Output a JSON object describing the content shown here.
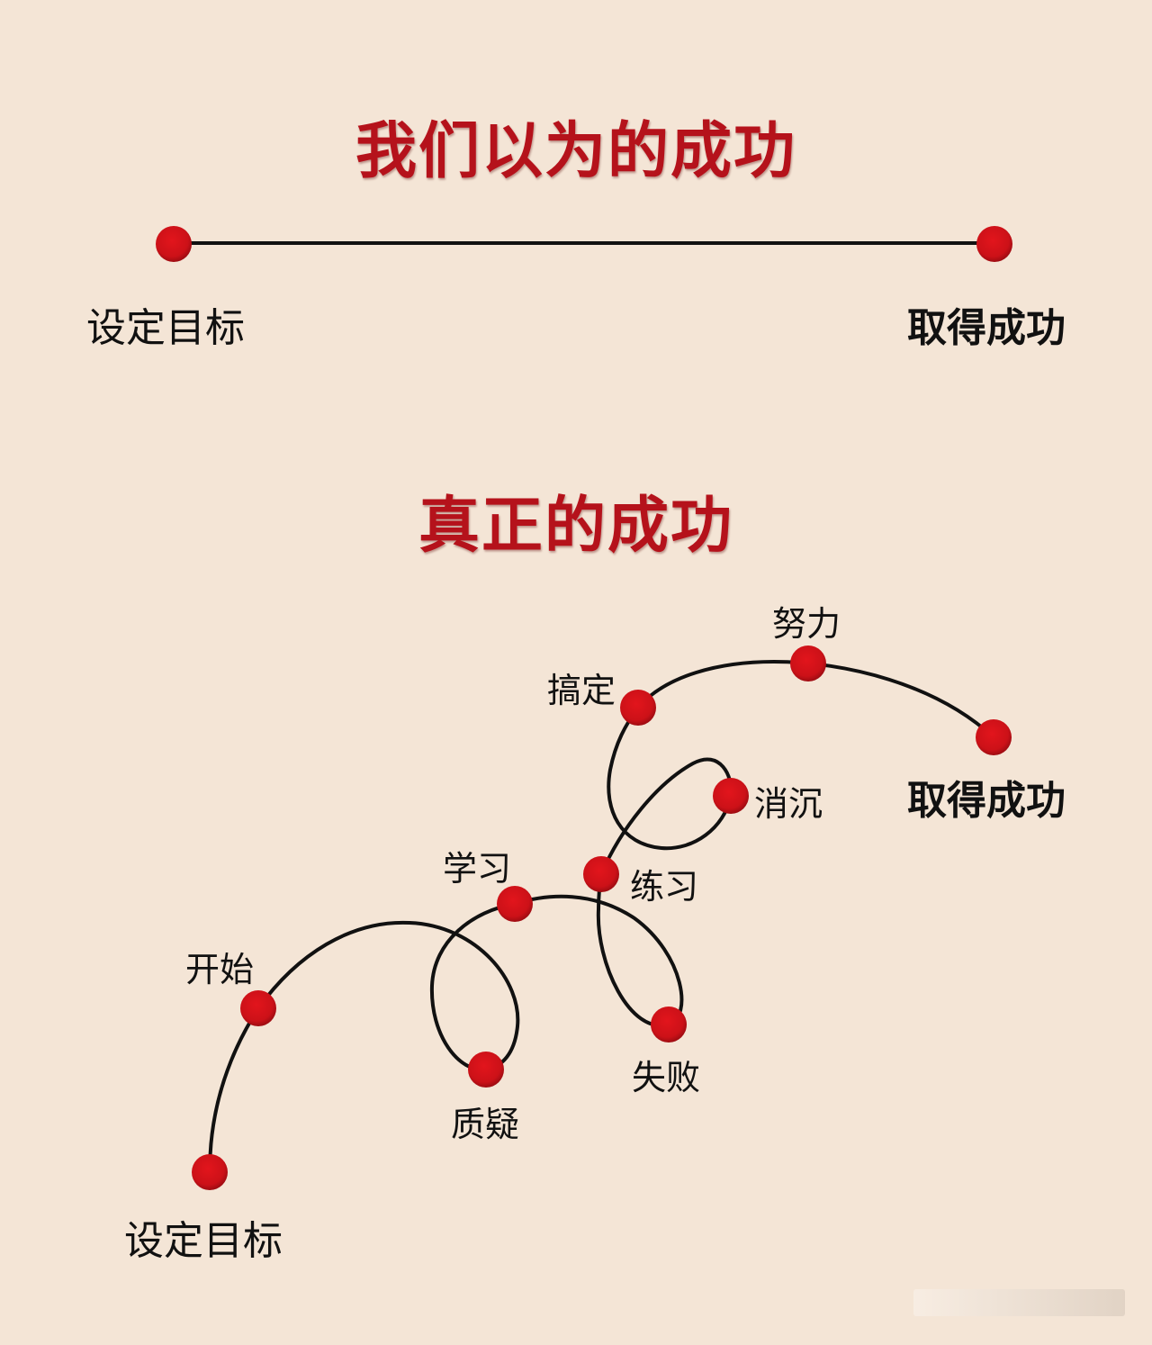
{
  "colors": {
    "background": "#f4e5d6",
    "title": "#b5121b",
    "node": "#d0131a",
    "line": "#111111",
    "label": "#111111"
  },
  "top_section": {
    "title": "我们以为的成功",
    "start_label": "设定目标",
    "end_label": "取得成功"
  },
  "bottom_section": {
    "title": "真正的成功",
    "nodes": [
      {
        "id": "start",
        "label": "设定目标"
      },
      {
        "id": "begin",
        "label": "开始"
      },
      {
        "id": "doubt",
        "label": "质疑"
      },
      {
        "id": "learn",
        "label": "学习"
      },
      {
        "id": "fail",
        "label": "失败"
      },
      {
        "id": "practice",
        "label": "练习"
      },
      {
        "id": "depressed",
        "label": "消沉"
      },
      {
        "id": "nailed",
        "label": "搞定"
      },
      {
        "id": "effort",
        "label": "努力"
      },
      {
        "id": "success",
        "label": "取得成功"
      }
    ]
  }
}
